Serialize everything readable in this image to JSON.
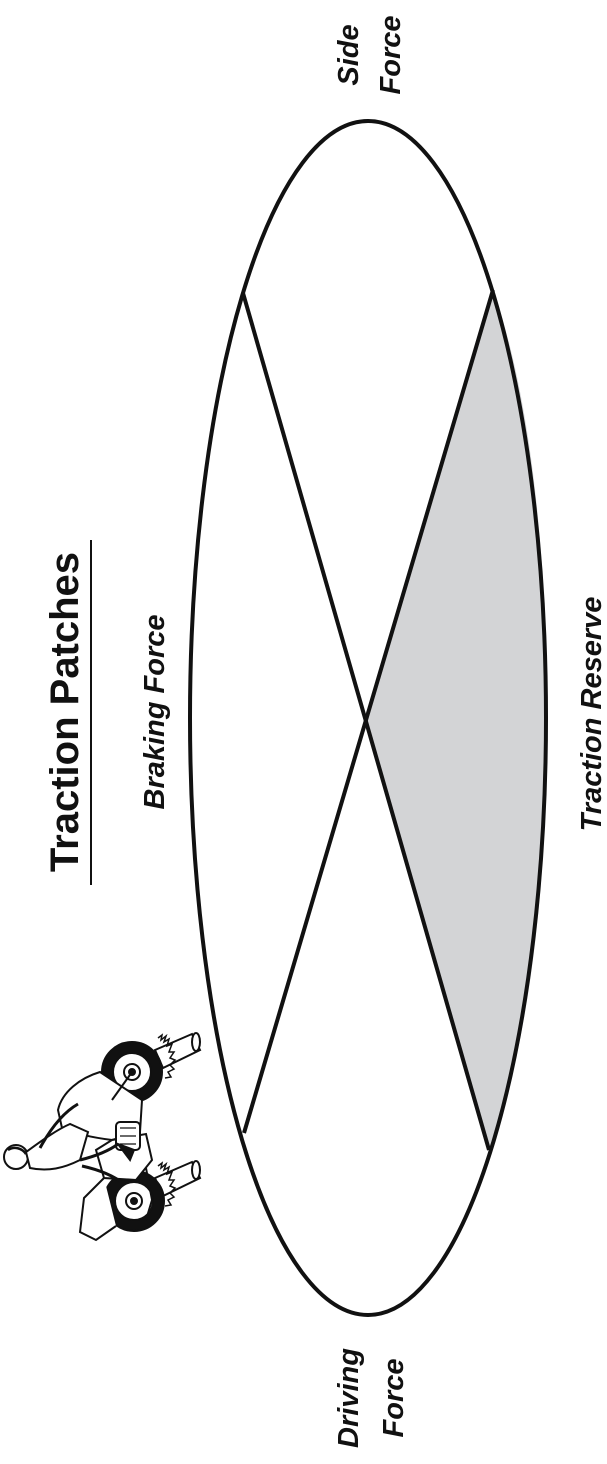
{
  "diagram": {
    "title": "Traction Patches",
    "labels": {
      "braking": "Braking Force",
      "reserve": "Traction Reserve",
      "side_line1": "Side",
      "side_line2": "Force",
      "driving_line1": "Driving",
      "driving_line2": "Force"
    },
    "shading_color": "#d3d4d6",
    "stroke_color": "#111111",
    "illustration": "motorcycle-rider-illustration"
  }
}
